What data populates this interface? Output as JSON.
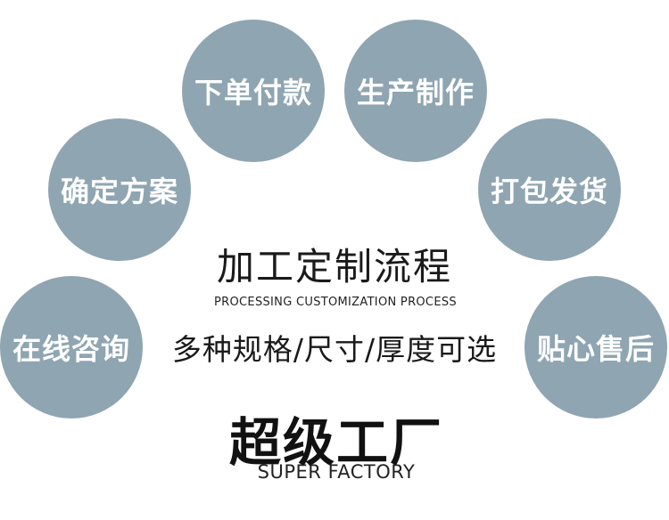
{
  "steps": [
    {
      "label": "在线咨询"
    },
    {
      "label": "确定方案"
    },
    {
      "label": "下单付款"
    },
    {
      "label": "生产制作"
    },
    {
      "label": "打包发货"
    },
    {
      "label": "贴心售后"
    }
  ],
  "title": {
    "cn": "加工定制流程",
    "en": "PROCESSING CUSTOMIZATION PROCESS"
  },
  "subtitle": "多种规格/尺寸/厚度可选",
  "brand": {
    "cn": "超级工厂",
    "en": "SUPER FACTORY"
  },
  "colors": {
    "circle": "#8fa5b1",
    "circle_text": "#ffffff",
    "text": "#1a1a1a"
  }
}
